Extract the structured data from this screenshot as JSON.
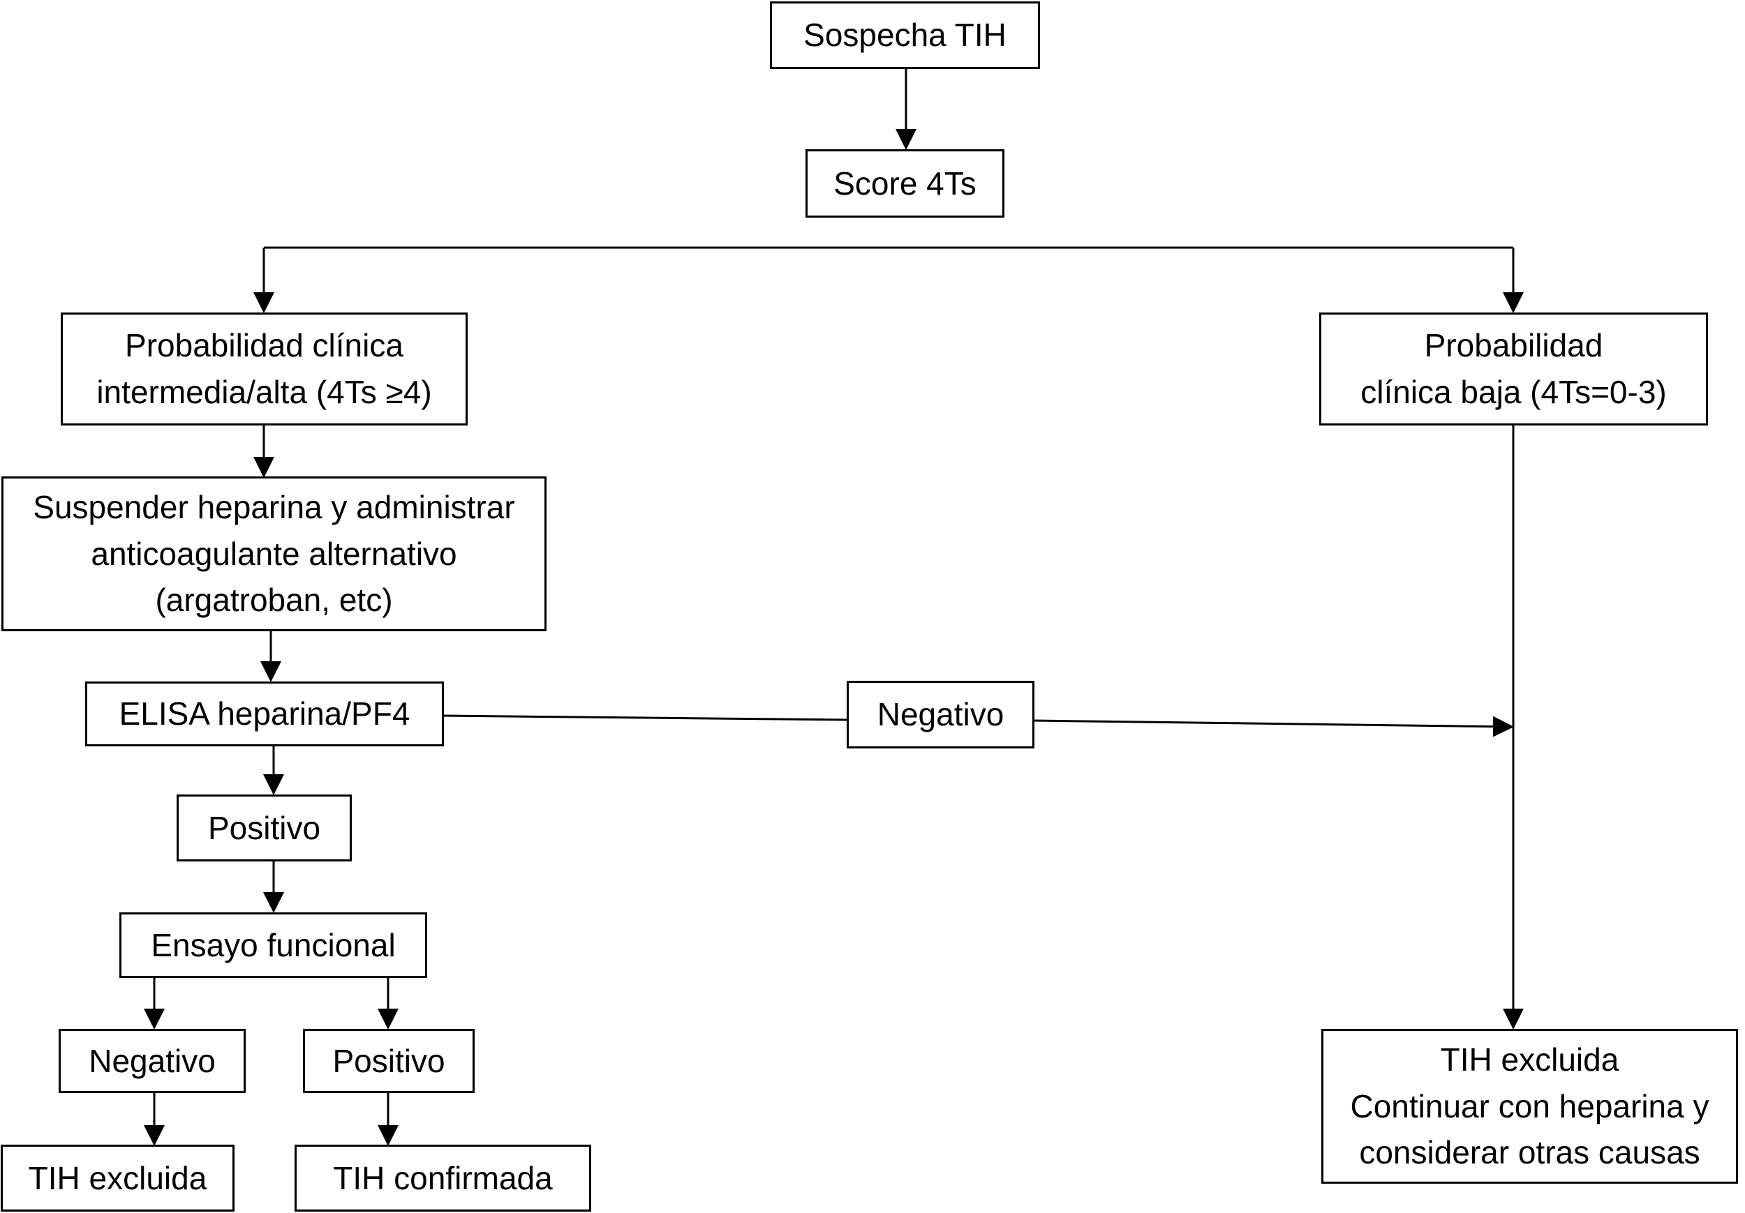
{
  "nodes": {
    "sospecha": {
      "lines": [
        "Sospecha TIH"
      ]
    },
    "score": {
      "lines": [
        "Score 4Ts"
      ]
    },
    "prob_alta": {
      "lines": [
        "Probabilidad clínica",
        "intermedia/alta (4Ts ≥4)"
      ]
    },
    "prob_baja": {
      "lines": [
        "Probabilidad",
        "clínica baja (4Ts=0-3)"
      ]
    },
    "suspender": {
      "lines": [
        "Suspender heparina y administrar",
        "anticoagulante alternativo",
        "(argatroban, etc)"
      ]
    },
    "elisa": {
      "lines": [
        "ELISA heparina/PF4"
      ]
    },
    "negativo_elisa": {
      "lines": [
        "Negativo"
      ]
    },
    "positivo_elisa": {
      "lines": [
        "Positivo"
      ]
    },
    "ensayo": {
      "lines": [
        "Ensayo funcional"
      ]
    },
    "negativo_ensayo": {
      "lines": [
        "Negativo"
      ]
    },
    "positivo_ensayo": {
      "lines": [
        "Positivo"
      ]
    },
    "tih_excluida_left": {
      "lines": [
        "TIH excluida"
      ]
    },
    "tih_confirmada": {
      "lines": [
        "TIH confirmada"
      ]
    },
    "tih_excluida_right": {
      "lines": [
        "TIH excluida",
        "Continuar con heparina y",
        "considerar otras causas"
      ]
    }
  },
  "colors": {
    "stroke": "#000000",
    "background": "#ffffff"
  }
}
